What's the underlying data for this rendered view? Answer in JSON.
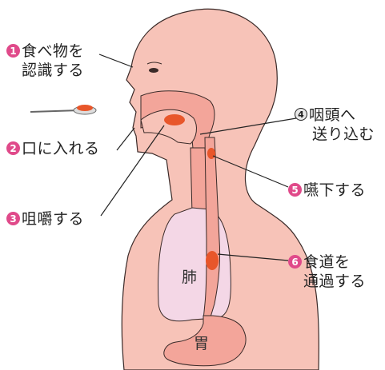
{
  "steps": [
    {
      "num": "1",
      "lines": [
        "食べ物を",
        "認識する"
      ]
    },
    {
      "num": "2",
      "lines": [
        "口に入れる"
      ]
    },
    {
      "num": "3",
      "lines": [
        "咀嚼する"
      ]
    },
    {
      "num": "4",
      "lines": [
        "咽頭へ",
        "送り込む"
      ]
    },
    {
      "num": "5",
      "lines": [
        "嚥下する"
      ]
    },
    {
      "num": "6",
      "lines": [
        "食道を",
        "通過する"
      ]
    }
  ],
  "organs": {
    "lung": "肺",
    "stomach": "胃"
  },
  "colors": {
    "skin": "#f7c3b8",
    "skin_outline": "#3a2a28",
    "cavity": "#f3a59a",
    "lung": "#f4d7e6",
    "food": "#e8562a",
    "step_badge": "#e04a8a"
  }
}
